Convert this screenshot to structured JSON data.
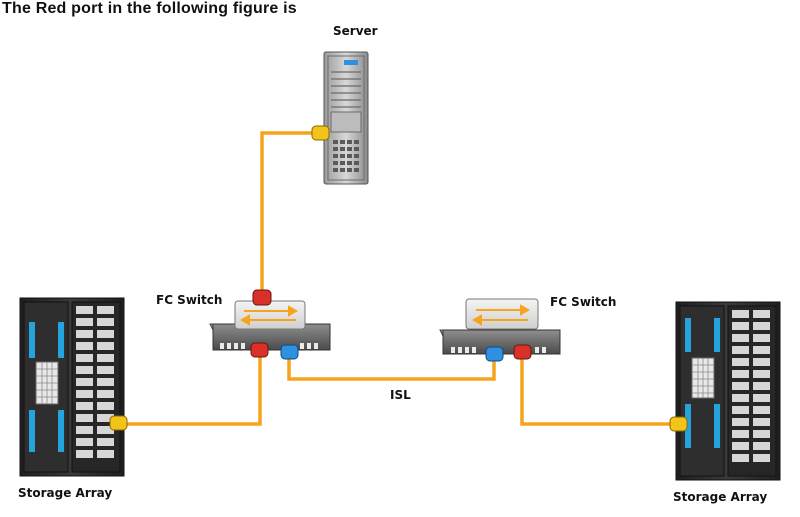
{
  "question": "The Red port in the following figure is",
  "labels": {
    "server": "Server",
    "switch_left": "FC Switch",
    "switch_right": "FC Switch",
    "isl": "ISL",
    "storage_left": "Storage Array",
    "storage_right": "Storage Array"
  },
  "colors": {
    "cable": "#f7a41d",
    "red_port": "#d9302a",
    "blue_port": "#2f8fe0",
    "yellow_port": "#f2c318",
    "rack": "#2b2b2b",
    "storage_accent": "#25a3dc"
  }
}
